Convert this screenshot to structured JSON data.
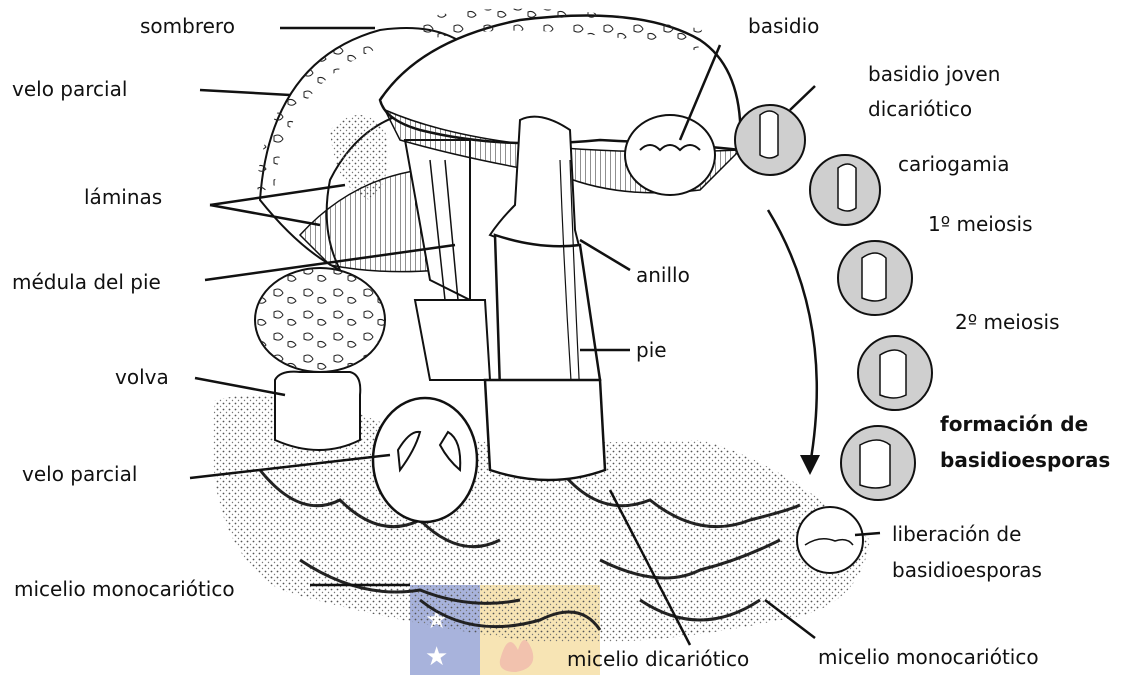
{
  "labels": {
    "sombrero": "sombrero",
    "velo_parcial_top": "velo parcial",
    "laminas": "láminas",
    "medula_del_pie": "médula del pie",
    "volva": "volva",
    "velo_parcial_bottom": "velo parcial",
    "micelio_mono_left": "micelio monocariótico",
    "basidio": "basidio",
    "basidio_joven_1": "basidio joven",
    "basidio_joven_2": "dicariótico",
    "anillo": "anillo",
    "pie": "pie",
    "cariogamia": "cariogamia",
    "meiosis_1": "1º meiosis",
    "meiosis_2": "2º meiosis",
    "formacion_1": "formación de",
    "formacion_2": "basidioesporas",
    "liberacion_1": "liberación de",
    "liberacion_2": "basidioesporas",
    "micelio_dicariotico": "micelio dicariótico",
    "micelio_mono_right": "micelio monocariótico"
  },
  "colors": {
    "ink": "#111111",
    "cell_fill": "#cfcfcf",
    "ground": "#d8d8d8",
    "watermark_blue": "#9aa6d6",
    "watermark_red": "#f0b8a0",
    "watermark_yellow": "#f6e0a8"
  }
}
